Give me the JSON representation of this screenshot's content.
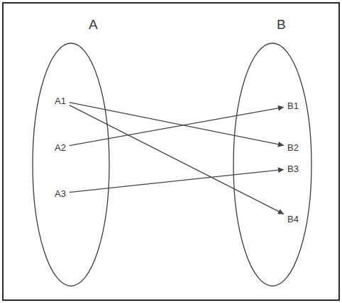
{
  "diagram": {
    "nodes": [
      {
        "text": [
          "A"
        ]
      },
      {
        "text": [
          "A1"
        ],
        "in": 0
      },
      {
        "text": [
          "A2"
        ],
        "in": 0
      },
      {
        "text": [
          "A3"
        ],
        "in": 0
      },
      {
        "text": [
          "B"
        ]
      },
      {
        "text": [
          "B1"
        ],
        "in": 4
      },
      {
        "text": [
          "B2"
        ],
        "in": 4
      },
      {
        "text": [
          "B3"
        ],
        "in": 4
      },
      {
        "text": [
          "B4"
        ],
        "in": 4
      }
    ],
    "edges": [
      {
        "from": 1,
        "to": 6,
        "arrow": "to"
      },
      {
        "from": 1,
        "to": 8,
        "arrow": "to"
      },
      {
        "from": 2,
        "to": 5,
        "arrow": "to"
      },
      {
        "from": 3,
        "to": 7,
        "arrow": "to"
      }
    ]
  }
}
